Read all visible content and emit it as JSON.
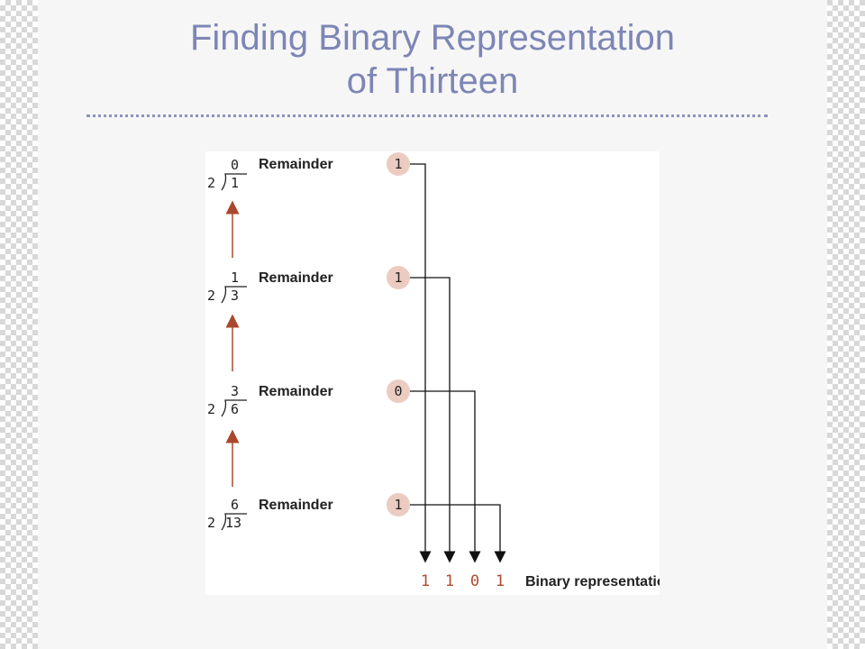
{
  "slide": {
    "title_line1": "Finding Binary Representation",
    "title_line2": "of Thirteen"
  },
  "figure": {
    "steps": [
      {
        "quotient": "0",
        "divisor": "2",
        "dividend": "1",
        "remainder_label": "Remainder",
        "remainder": "1"
      },
      {
        "quotient": "1",
        "divisor": "2",
        "dividend": "3",
        "remainder_label": "Remainder",
        "remainder": "1"
      },
      {
        "quotient": "3",
        "divisor": "2",
        "dividend": "6",
        "remainder_label": "Remainder",
        "remainder": "0"
      },
      {
        "quotient": "6",
        "divisor": "2",
        "dividend": "13",
        "remainder_label": "Remainder",
        "remainder": "1"
      }
    ],
    "result_bits": [
      "1",
      "1",
      "0",
      "1"
    ],
    "result_label": "Binary representation",
    "colors": {
      "title": "#7d86b5",
      "remainder_circle": "#ecccc1",
      "arrow_up": "#a9482c",
      "bits": "#b04a2c"
    }
  }
}
